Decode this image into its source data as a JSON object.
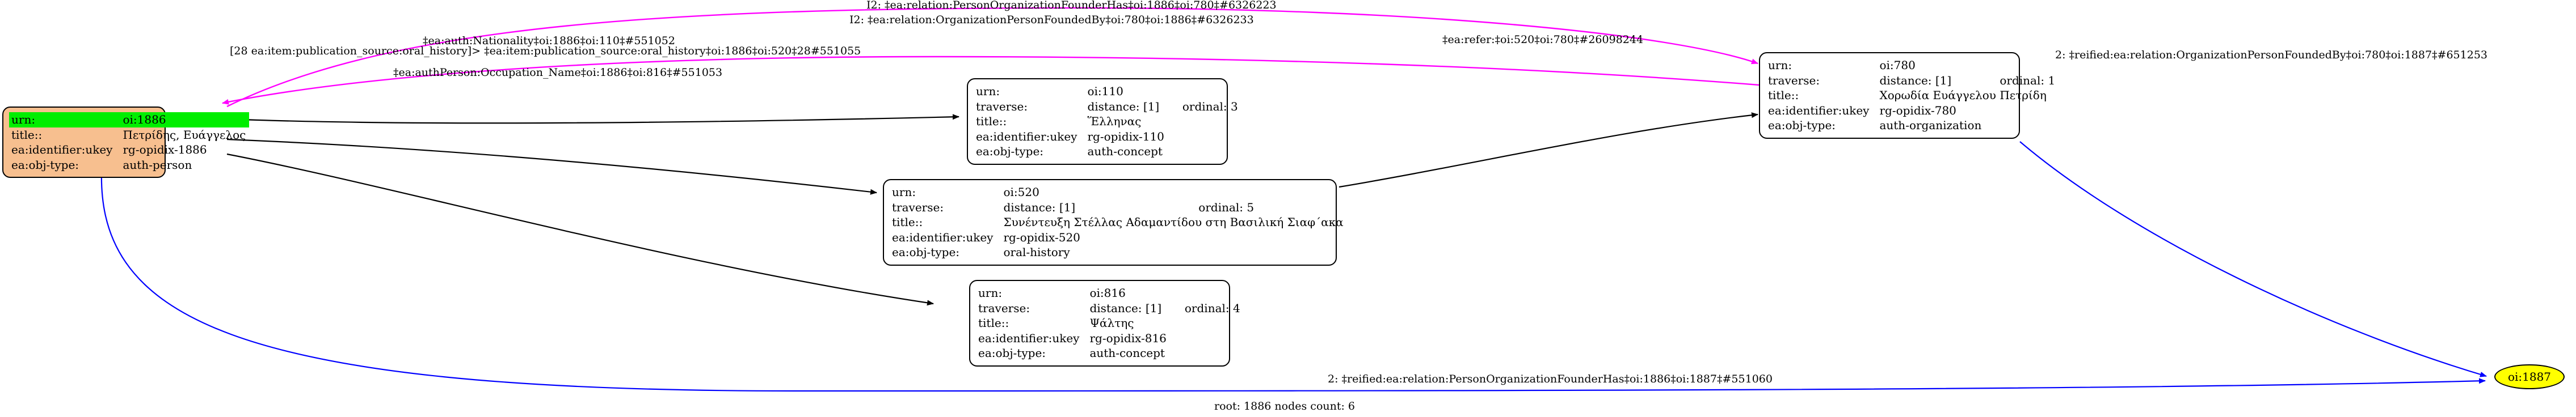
{
  "graph": {
    "caption": "root: 1886 nodes count: 6",
    "colors": {
      "node_root_fill": "#f7bf8f",
      "node_highlight_fill": "#00ee00",
      "node_reified_fill": "#ffff00",
      "edge_default": "#000000",
      "edge_relation": "#ff00ff",
      "edge_reified": "#0000ff"
    },
    "nodes": [
      {
        "id": "oi-1886",
        "shape": "record",
        "fill": "#f7bf8f",
        "highlight_first_row": true,
        "rows": [
          {
            "key": "urn:",
            "value": "oi:1886",
            "value2": ""
          },
          {
            "key": "title::",
            "value": "Πετρίδης, Ευάγγελος",
            "value2": ""
          },
          {
            "key": "ea:identifier:ukey",
            "value": "rg-opidix-1886",
            "value2": ""
          },
          {
            "key": "ea:obj-type:",
            "value": "auth-person",
            "value2": ""
          }
        ]
      },
      {
        "id": "oi-110",
        "shape": "record",
        "fill": "#ffffff",
        "highlight_first_row": false,
        "rows": [
          {
            "key": "urn:",
            "value": "oi:110",
            "value2": ""
          },
          {
            "key": "traverse:",
            "value": "distance: [1]",
            "value2": "ordinal: 3"
          },
          {
            "key": "title::",
            "value": "Ἕλληνας",
            "value2": ""
          },
          {
            "key": "ea:identifier:ukey",
            "value": "rg-opidix-110",
            "value2": ""
          },
          {
            "key": "ea:obj-type:",
            "value": "auth-concept",
            "value2": ""
          }
        ]
      },
      {
        "id": "oi-520",
        "shape": "record",
        "fill": "#ffffff",
        "highlight_first_row": false,
        "rows": [
          {
            "key": "urn:",
            "value": "oi:520",
            "value2": ""
          },
          {
            "key": "traverse:",
            "value": "distance: [1]",
            "value2": "ordinal: 5"
          },
          {
            "key": "title::",
            "value": "Συνέντευξη Στέλλας Αδαμαντίδου στη Βασιλική Σιαφ΄ακα",
            "value2": ""
          },
          {
            "key": "ea:identifier:ukey",
            "value": "rg-opidix-520",
            "value2": ""
          },
          {
            "key": "ea:obj-type:",
            "value": "oral-history",
            "value2": ""
          }
        ]
      },
      {
        "id": "oi-816",
        "shape": "record",
        "fill": "#ffffff",
        "highlight_first_row": false,
        "rows": [
          {
            "key": "urn:",
            "value": "oi:816",
            "value2": ""
          },
          {
            "key": "traverse:",
            "value": "distance: [1]",
            "value2": "ordinal: 4"
          },
          {
            "key": "title::",
            "value": "Ψάλτης",
            "value2": ""
          },
          {
            "key": "ea:identifier:ukey",
            "value": "rg-opidix-816",
            "value2": ""
          },
          {
            "key": "ea:obj-type:",
            "value": "auth-concept",
            "value2": ""
          }
        ]
      },
      {
        "id": "oi-780",
        "shape": "record",
        "fill": "#ffffff",
        "highlight_first_row": false,
        "rows": [
          {
            "key": "urn:",
            "value": "oi:780",
            "value2": ""
          },
          {
            "key": "traverse:",
            "value": "distance: [1]",
            "value2": "ordinal: 1"
          },
          {
            "key": "title::",
            "value": "Χορωδία Ευάγγελου Πετρίδη",
            "value2": ""
          },
          {
            "key": "ea:identifier:ukey",
            "value": "rg-opidix-780",
            "value2": ""
          },
          {
            "key": "ea:obj-type:",
            "value": "auth-organization",
            "value2": ""
          }
        ]
      },
      {
        "id": "oi-1887",
        "shape": "ellipse",
        "fill": "#ffff00",
        "label": "oi:1887"
      }
    ],
    "edges": [
      {
        "id": "edge-founderhas-780",
        "label": "I2: ‡ea:relation:PersonOrganizationFounderHas‡oi:1886‡oi:780‡#6326223",
        "color": "#ff00ff",
        "from": "oi-1886",
        "to": "oi-780"
      },
      {
        "id": "edge-foundedby-1886",
        "label": "I2: ‡ea:relation:OrganizationPersonFoundedBy‡oi:780‡oi:1886‡#6326233",
        "color": "#ff00ff",
        "from": "oi-780",
        "to": "oi-1886"
      },
      {
        "id": "edge-nationality-110",
        "label": "‡ea:auth:Nationality‡oi:1886‡oi:110‡#551052",
        "color": "#000000",
        "from": "oi-1886",
        "to": "oi-110"
      },
      {
        "id": "edge-publication-source-520",
        "label": "[28 ea:item:publication_source:oral_history]> ‡ea:item:publication_source:oral_history‡oi:1886‡oi:520‡28#551055",
        "color": "#000000",
        "from": "oi-1886",
        "to": "oi-520"
      },
      {
        "id": "edge-occupation-816",
        "label": "‡ea:authPerson:Occupation_Name‡oi:1886‡oi:816‡#551053",
        "color": "#000000",
        "from": "oi-1886",
        "to": "oi-816"
      },
      {
        "id": "edge-refer-780",
        "label": "‡ea:refer:‡oi:520‡oi:780‡#26098244",
        "color": "#000000",
        "from": "oi-520",
        "to": "oi-780"
      },
      {
        "id": "edge-reified-foundedby-1887",
        "label": "2: ‡reified:ea:relation:OrganizationPersonFoundedBy‡oi:780‡oi:1887‡#651253",
        "color": "#0000ff",
        "from": "oi-780",
        "to": "oi-1887"
      },
      {
        "id": "edge-reified-founderhas-1887",
        "label": "2: ‡reified:ea:relation:PersonOrganizationFounderHas‡oi:1886‡oi:1887‡#551060",
        "color": "#0000ff",
        "from": "oi-1886",
        "to": "oi-1887"
      }
    ]
  }
}
